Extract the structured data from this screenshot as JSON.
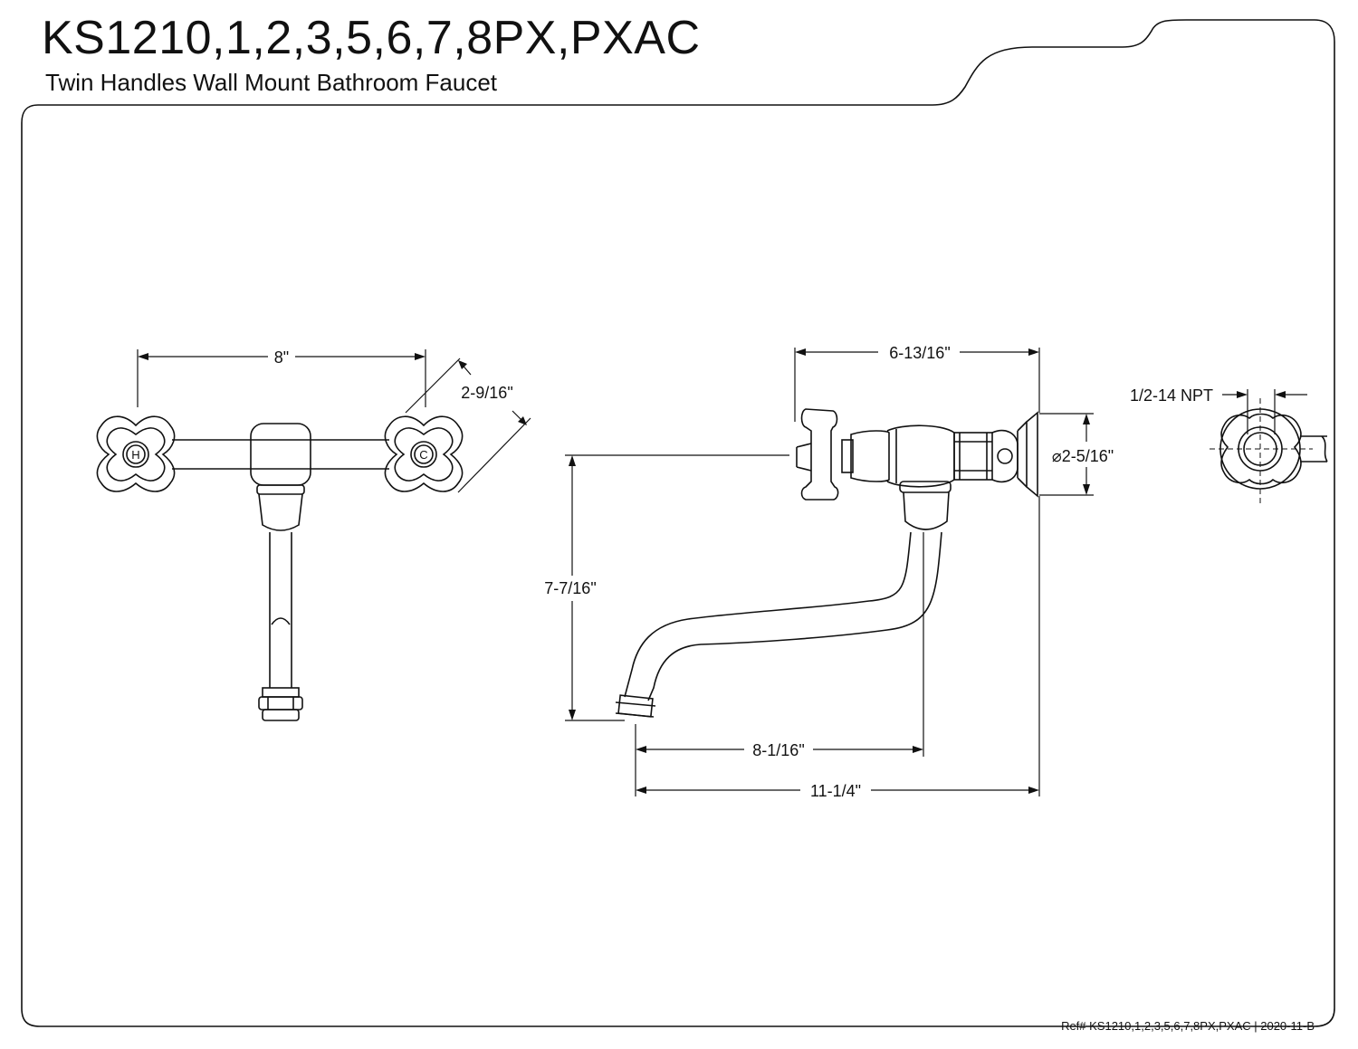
{
  "header": {
    "title": "KS1210,1,2,3,5,6,7,8PX,PXAC",
    "subtitle": "Twin Handles Wall Mount Bathroom Faucet"
  },
  "dimensions": {
    "front_center_spacing": "8\"",
    "front_handle_depth": "2-9/16\"",
    "side_depth": "6-13/16\"",
    "side_spout_height": "7-7/16\"",
    "side_spout_reach_inner": "8-1/16\"",
    "side_spout_reach_total": "11-1/4\"",
    "flange_diameter": "⌀2-5/16\"",
    "thread_size": "1/2-14 NPT"
  },
  "handle_marks": {
    "hot": "H",
    "cold": "C"
  },
  "footer": {
    "reference": "Ref# KS1210,1,2,3,5,6,7,8PX,PXAC | 2020-11-B"
  }
}
